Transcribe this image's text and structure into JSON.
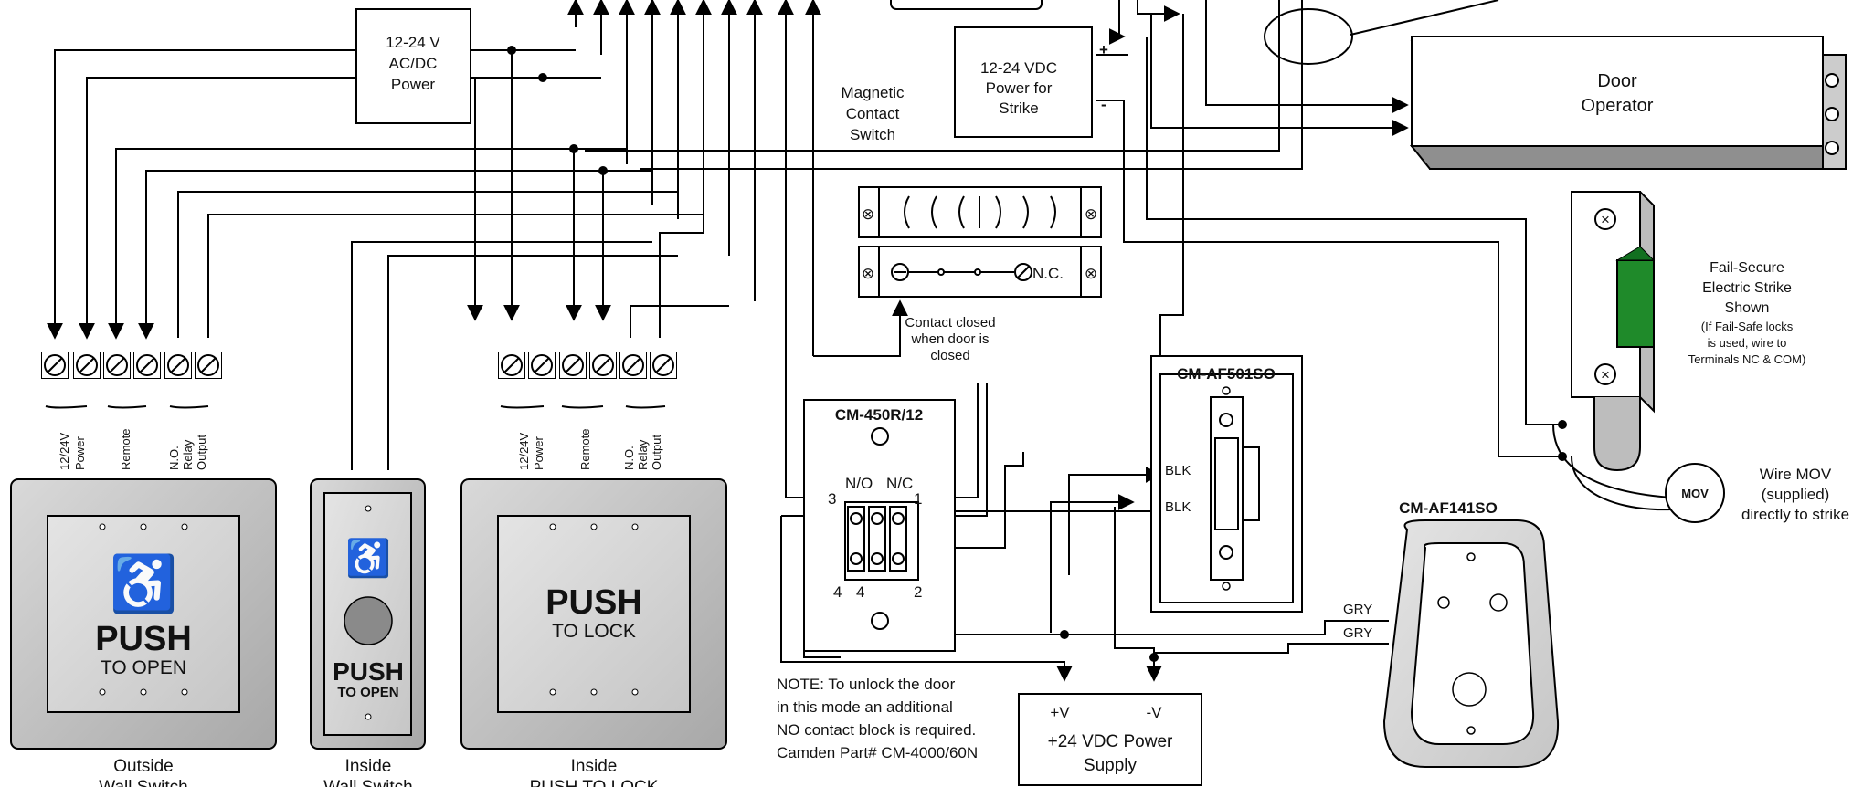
{
  "power_1224": [
    "12-24 V",
    "AC/DC",
    "Power"
  ],
  "power_strike": [
    "12-24 VDC",
    "Power for",
    "Strike"
  ],
  "plus": "+",
  "minus": "-",
  "magnetic_contact": [
    "Magnetic",
    "Contact",
    "Switch"
  ],
  "door_operator": [
    "Door",
    "Operator"
  ],
  "contact_closed": [
    "Contact closed",
    "when door is",
    "closed"
  ],
  "nc_label": "N.C.",
  "fail_secure": [
    "Fail-Secure",
    "Electric Strike",
    "Shown"
  ],
  "fail_safe_note": [
    "(If Fail-Safe locks",
    "is used, wire to",
    "Terminals NC & COM)"
  ],
  "mov": "MOV",
  "mov_note": [
    "Wire MOV",
    "(supplied)",
    "directly to strike"
  ],
  "cm450": {
    "title": "CM-450R/12",
    "no": "N/O",
    "nc": "N/C",
    "n3": "3",
    "n1": "1",
    "n4a": "4",
    "n4b": "4",
    "n2": "2"
  },
  "cm_af501": {
    "title": "CM-AF501SO",
    "blk1": "BLK",
    "blk2": "BLK"
  },
  "cm_af141": {
    "title": "CM-AF141SO",
    "gry1": "GRY",
    "gry2": "GRY"
  },
  "note": [
    "NOTE: To unlock the door",
    "in this mode an additional",
    "NO contact block is required.",
    "Camden Part# CM-4000/60N"
  ],
  "psu": {
    "plus_v": "+V",
    "minus_v": "-V",
    "label": [
      "+24 VDC Power",
      "Supply"
    ]
  },
  "terminal_labels": {
    "power": [
      "12/24V",
      "Power"
    ],
    "remote": "Remote",
    "relay": [
      "N.O.",
      "Relay",
      "Output"
    ]
  },
  "switch_outside": {
    "push": "PUSH",
    "sub": "TO OPEN",
    "caption": [
      "Outside",
      "Wall Switch"
    ]
  },
  "switch_inside": {
    "push": "PUSH",
    "sub": "TO OPEN",
    "caption": [
      "Inside",
      "Wall Switch"
    ]
  },
  "switch_lock": {
    "push": "PUSH",
    "sub": "TO LOCK",
    "caption": [
      "Inside",
      "PUSH TO LOCK"
    ]
  }
}
